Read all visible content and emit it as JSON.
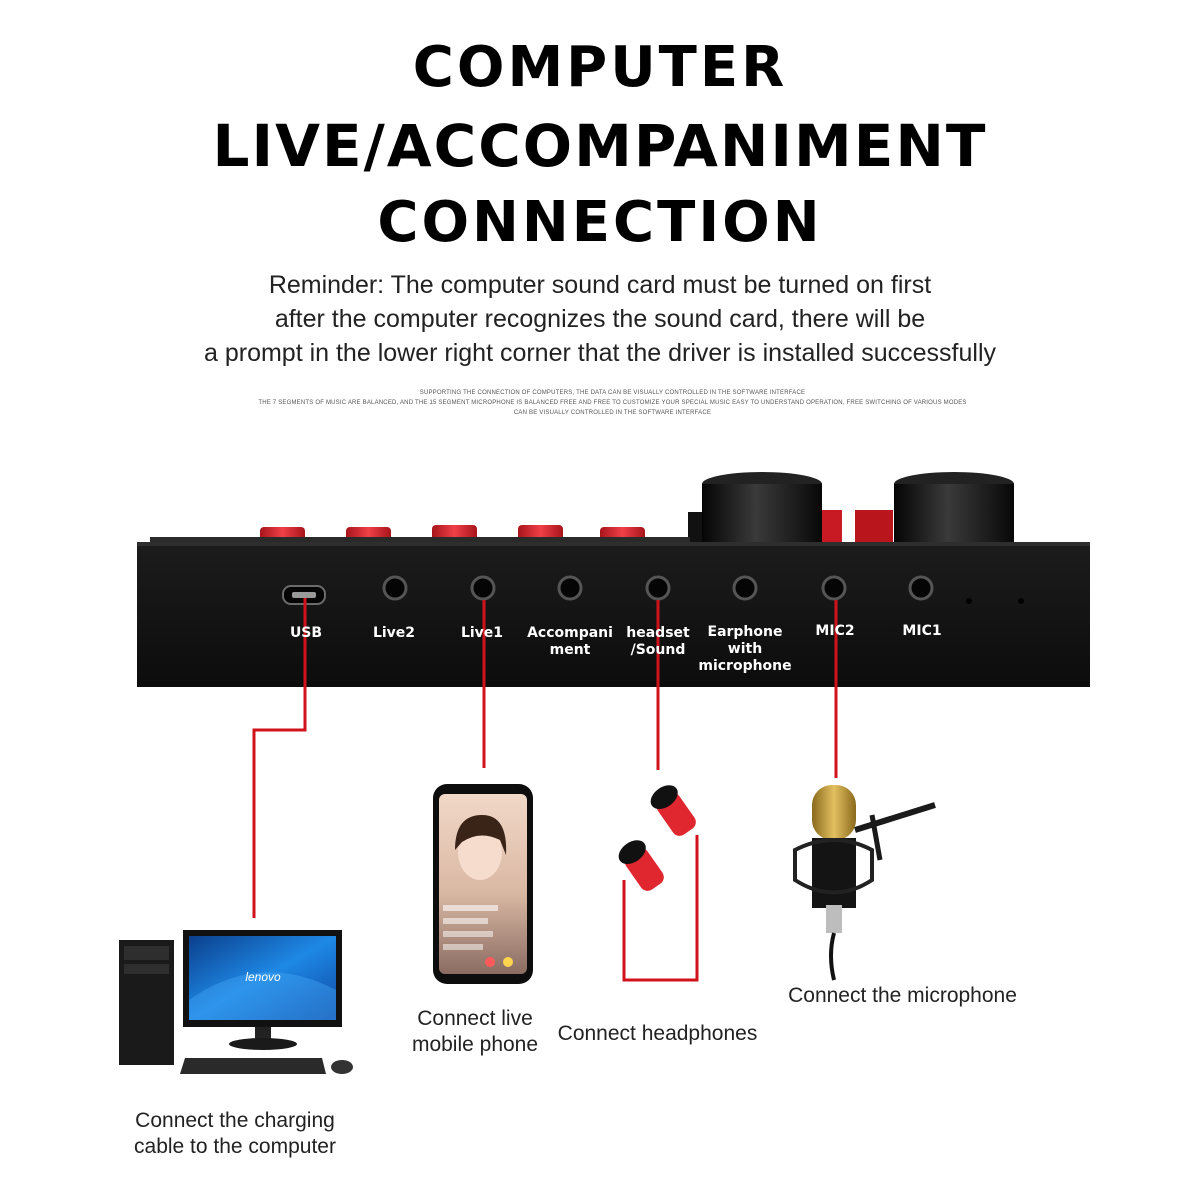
{
  "heading": {
    "line1": "COMPUTER",
    "line2": "LIVE/ACCOMPANIMENT",
    "line3": "CONNECTION"
  },
  "reminder": {
    "line1": "Reminder: The computer sound card must be turned on first",
    "line2": "after the computer recognizes the sound card, there will be",
    "line3": "a prompt in the lower right corner that the driver is installed successfully"
  },
  "fine_print": {
    "line1": "SUPPORTING THE CONNECTION OF COMPUTERS, THE DATA CAN BE VISUALLY CONTROLLED IN THE SOFTWARE INTERFACE",
    "line2": "THE 7 SEGMENTS OF MUSIC ARE BALANCED, AND THE 15 SEGMENT MICROPHONE IS BALANCED FREE AND FREE TO CUSTOMIZE YOUR SPECIAL MUSIC EASY TO UNDERSTAND OPERATION, FREE SWITCHING OF VARIOUS MODES",
    "line3": "CAN BE VISUALLY CONTROLLED IN THE SOFTWARE INTERFACE"
  },
  "ports": {
    "usb": "USB",
    "live2": "Live2",
    "live1": "Live1",
    "accompaniment_1": "Accompani",
    "accompaniment_2": "ment",
    "headset_1": "headset",
    "headset_2": "/Sound",
    "earphone_1": "Earphone",
    "earphone_2": "with",
    "earphone_3": "microphone",
    "mic2": "MIC2",
    "mic1": "MIC1"
  },
  "devices": {
    "monitor_brand": "lenovo"
  },
  "captions": {
    "computer_1": "Connect the charging",
    "computer_2": "cable to the computer",
    "phone_1": "Connect live",
    "phone_2": "mobile phone",
    "headphones": "Connect headphones",
    "microphone": "Connect the microphone"
  },
  "colors": {
    "cable": "#d0121b",
    "device_body": "#141414",
    "knob_red": "#d8262e",
    "screen_blue": "#1565c0"
  }
}
